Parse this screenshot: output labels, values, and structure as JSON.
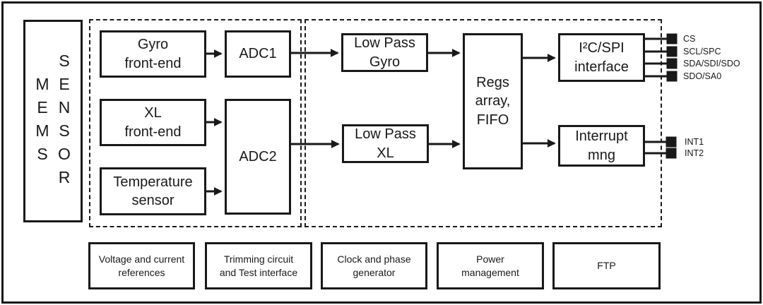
{
  "blocks": {
    "mems_sensor_word1": "MEMS",
    "mems_sensor_word2": "SENSOR",
    "gyro_frontend": "Gyro\nfront-end",
    "xl_frontend": "XL\nfront-end",
    "temperature_sensor": "Temperature\nsensor",
    "adc1": "ADC1",
    "adc2": "ADC2",
    "low_pass_gyro": "Low Pass\nGyro",
    "low_pass_xl": "Low Pass\nXL",
    "regs_array_fifo": "Regs\narray,\nFIFO",
    "i2c_spi_interface": "I²C/SPI\ninterface",
    "interrupt_mng": "Interrupt\nmng"
  },
  "bottom_blocks": [
    "Voltage and current\nreferences",
    "Trimming circuit\nand Test interface",
    "Clock and phase\ngenerator",
    "Power\nmanagement",
    "FTP"
  ],
  "pins": [
    "CS",
    "SCL/SPC",
    "SDA/SDI/SDO",
    "SDO/SA0",
    "INT1",
    "INT2"
  ],
  "colors": {
    "line": "#191919",
    "background": "#ffffff"
  }
}
